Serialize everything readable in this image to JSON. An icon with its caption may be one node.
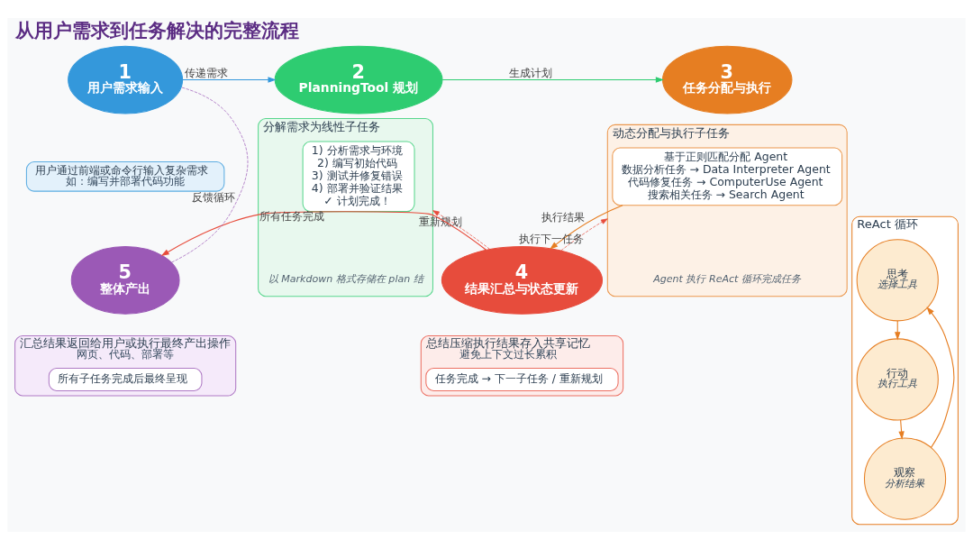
{
  "diagram": {
    "title": "从用户需求到任务解决的完整流程",
    "nodes": [
      {
        "text": [
          "1",
          "用户需求输入"
        ]
      },
      {
        "text": [
          "用户通过前端或命令行输入复杂需求",
          "如：编写并部署代码功能"
        ]
      },
      {
        "text": [
          "2",
          "PlanningTool 规划"
        ]
      },
      {
        "text": [
          "分解需求为线性子任务"
        ],
        "beside": [
          "以 Markdown 格式存储在 plan 结"
        ]
      },
      {
        "text": [
          "1) 分析需求与环境",
          "2) 编写初始代码",
          "3) 测试并修复错误",
          "4) 部署并验证结果",
          "✓ 计划完成！"
        ],
        "in": 3
      },
      {
        "text": [
          "3",
          "任务分配与执行"
        ]
      },
      {
        "text": [
          "动态分配与执行子任务"
        ],
        "beside": [
          "Agent 执行 ReAct 循环完成任务"
        ]
      },
      {
        "text": [
          "基于正则匹配分配 Agent",
          "数据分析任务 → Data Interpreter Agent",
          "代码修复任务 → ComputerUse Agent",
          "搜索相关任务 → Search Agent"
        ],
        "in": 6
      },
      {
        "text": [
          "4",
          "结果汇总与状态更新"
        ]
      },
      {
        "text": [
          "总结压缩执行结果存入共享记忆",
          "避免上下文过长累积"
        ]
      },
      {
        "text": [
          "任务完成 → 下一子任务 / 重新规划"
        ],
        "in": 9
      },
      {
        "text": [
          "5",
          "整体产出"
        ]
      },
      {
        "text": [
          "汇总结果返回给用户或执行最终产出操作",
          "网页、代码、部署等"
        ]
      },
      {
        "text": [
          "所有子任务完成后最终呈现"
        ],
        "in": 12
      },
      {
        "text": [
          "ReAct 循环"
        ]
      },
      {
        "text": [
          "思考",
          "选择工具"
        ],
        "in": 14
      },
      {
        "text": [
          "行动",
          "执行工具"
        ],
        "in": 14
      },
      {
        "text": [
          "观察",
          "分析结果"
        ],
        "in": 14
      }
    ],
    "edges": [
      {
        "from": 0,
        "to": 2,
        "arrow": "to",
        "label": "传递需求",
        "color": "#3498db"
      },
      {
        "from": 2,
        "to": 5,
        "arrow": "to",
        "label": "生成计划",
        "color": "#2ecc71"
      },
      {
        "from": 8,
        "to": 3,
        "arrow": "to",
        "label": "重新规划",
        "style": "dashed",
        "color": "#e74c3c"
      },
      {
        "from": 8,
        "to": 6,
        "arrow": "to",
        "label": "执行下一任务",
        "style": "dashed",
        "color": "#e74c3c"
      },
      {
        "from": 7,
        "to": 8,
        "arrow": "to",
        "label": "执行结果",
        "color": "#e67e22"
      },
      {
        "from": 8,
        "to": 11,
        "arrow": "to",
        "label": "所有任务完成",
        "color": "#e74c3c"
      },
      {
        "from": 11,
        "to": 0,
        "arrow": "none",
        "label": "反馈循环",
        "style": "dashed",
        "color": "#9b59b6"
      },
      {
        "from": 15,
        "to": 16,
        "arrow": "to",
        "color": "#e67e22"
      },
      {
        "from": 16,
        "to": 17,
        "arrow": "to",
        "color": "#e67e22"
      },
      {
        "from": 17,
        "to": 15,
        "arrow": "to",
        "color": "#e67e22"
      }
    ]
  }
}
